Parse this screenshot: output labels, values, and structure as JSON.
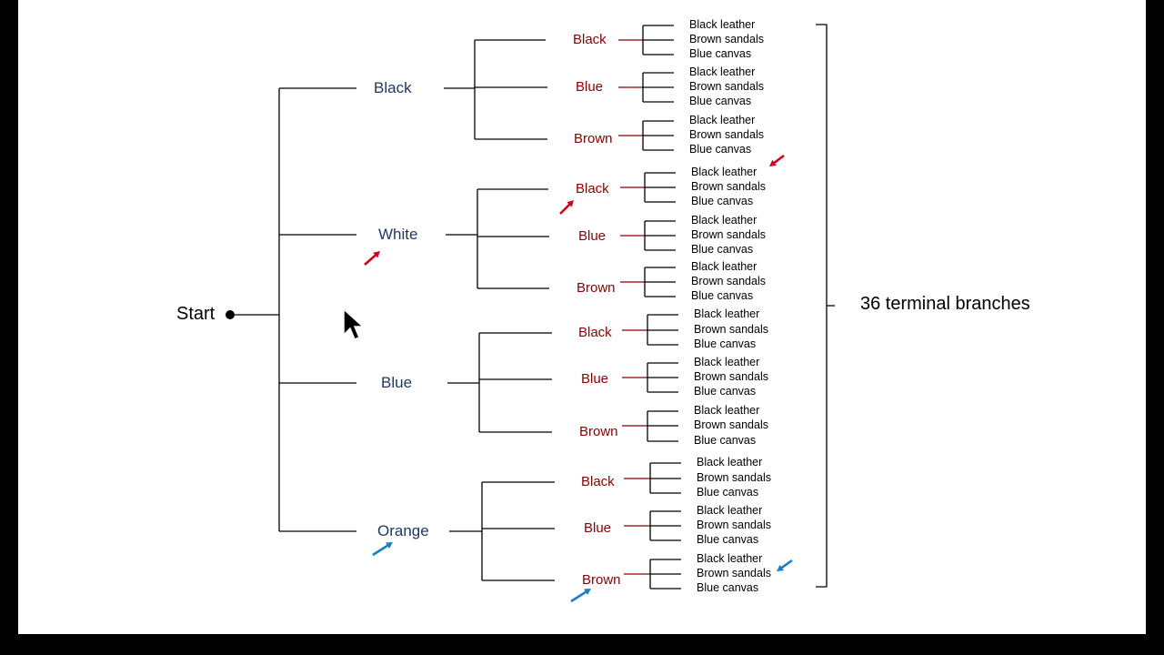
{
  "root_label": "Start",
  "shirts": [
    "Black",
    "White",
    "Blue",
    "Orange"
  ],
  "pants": [
    "Black",
    "Blue",
    "Brown"
  ],
  "shoes": [
    "Black leather",
    "Brown sandals",
    "Blue canvas"
  ],
  "total_label": "36 terminal branches",
  "colors": {
    "shirt_text": "#1f3864",
    "pants_text": "#8b0000",
    "red_arrow": "#d0021b",
    "blue_arrow": "#1a7fc1"
  },
  "annotation_arrows": [
    {
      "color": "red",
      "points_to": "White shirt"
    },
    {
      "color": "red",
      "points_to": "White / Black pants"
    },
    {
      "color": "red",
      "points_to": "White / Black / Black leather"
    },
    {
      "color": "blue",
      "points_to": "Orange shirt"
    },
    {
      "color": "blue",
      "points_to": "Orange / Brown pants"
    },
    {
      "color": "blue",
      "points_to": "Orange / Brown / Brown sandals"
    }
  ]
}
